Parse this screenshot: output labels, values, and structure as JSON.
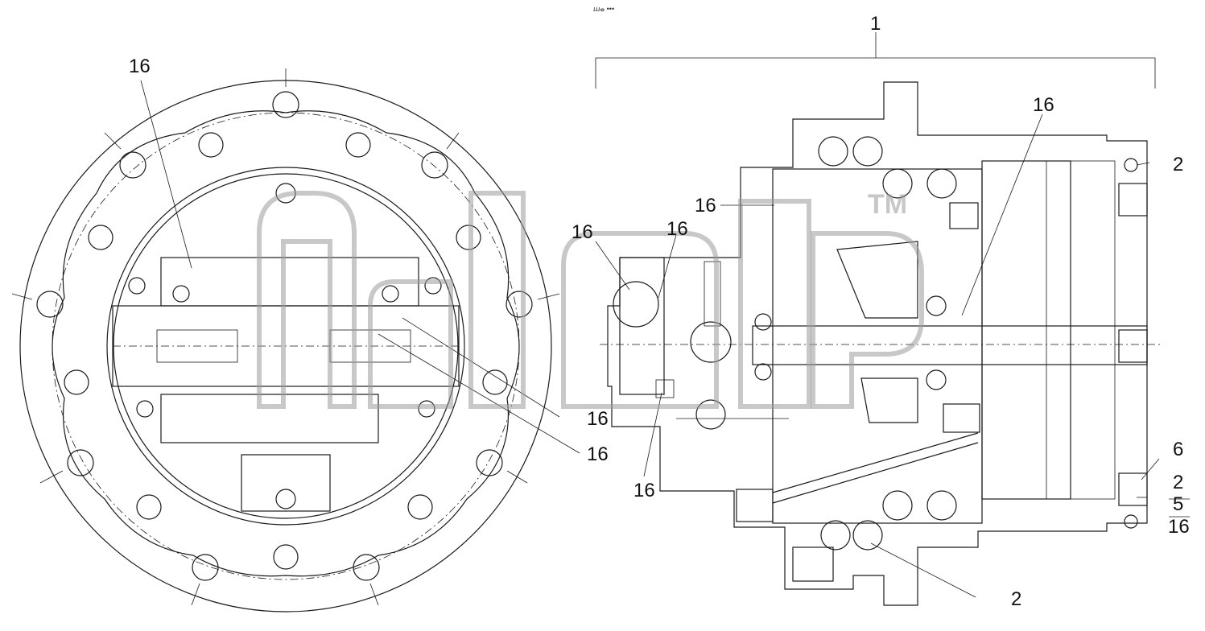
{
  "header_mark": "ⴍⴰ •••",
  "callouts": {
    "c1": "1",
    "c16_left_top": "16",
    "c16_right_top": "16",
    "c16_mid_a": "16",
    "c16_mid_b": "16",
    "c16_mid_c": "16",
    "c16_left_mid1": "16",
    "c16_left_mid2": "16",
    "c16_bottom": "16",
    "c2_top_right": "2",
    "c6": "6",
    "c2_frac_top": "2",
    "c5_frac_mid": "5",
    "c16_frac_bot": "16",
    "c2_bottom": "2"
  },
  "watermark": {
    "trademark": "TM"
  },
  "colors": {
    "line": "#1a1a1a",
    "watermark": "#9a9a9a",
    "background": "#ffffff"
  }
}
